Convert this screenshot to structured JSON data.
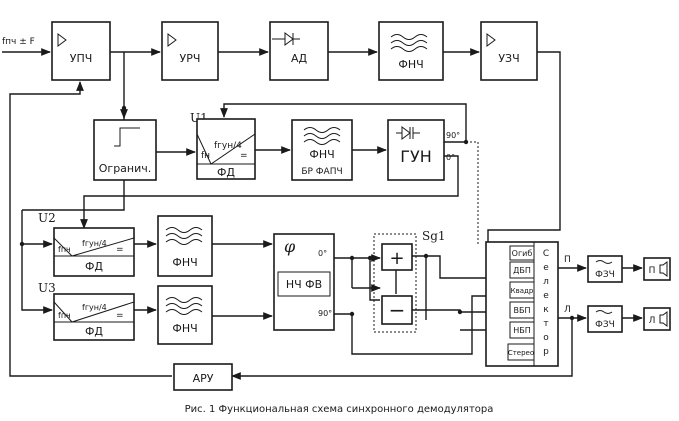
{
  "input_label": "fпч ± F",
  "blocks": {
    "upch": "УПЧ",
    "urch": "УРЧ",
    "ad": "АД",
    "fnch_top": "ФНЧ",
    "uzch": "УЗЧ",
    "ogranich": "Огранич.",
    "fnch_apch": "ФНЧ",
    "br_fapch": "БР ФАПЧ",
    "gun": "ГУН",
    "fnch_mid": "ФНЧ",
    "fnch_low": "ФНЧ",
    "nch_fv": "НЧ ФВ",
    "phi": "φ",
    "aru": "АРУ",
    "fzch_p": "ФЗЧ",
    "fzch_l": "ФЗЧ",
    "spk_p": "П",
    "spk_l": "Л"
  },
  "phase_detectors": {
    "u1": {
      "tag": "U1",
      "f_top": "fгун/4",
      "f_left": "fн",
      "eq": "=",
      "name": "ФД"
    },
    "u2": {
      "tag": "U2",
      "f_top": "fгун/4",
      "f_left": "fпч",
      "eq": "=",
      "name": "ФД"
    },
    "u3": {
      "tag": "U3",
      "f_top": "fгун/4",
      "f_left": "fпч",
      "eq": "=",
      "name": "ФД"
    }
  },
  "phase_marks": {
    "gun_90": "90°",
    "gun_0": "0°",
    "phi_0": "0°",
    "phi_90": "90°"
  },
  "matrix": {
    "tag": "Sg1",
    "plus": "+",
    "minus": "−"
  },
  "selector": {
    "title": [
      "С",
      "е",
      "л",
      "е",
      "к",
      "т",
      "о",
      "р"
    ],
    "items": [
      "Огиб",
      "ДБП",
      "Квадр",
      "ВБП",
      "НБП",
      "Стерео"
    ]
  },
  "outputs": {
    "p": "П",
    "l": "Л"
  },
  "caption": "Рис. 1 Функциональная схема синхронного демодулятора"
}
